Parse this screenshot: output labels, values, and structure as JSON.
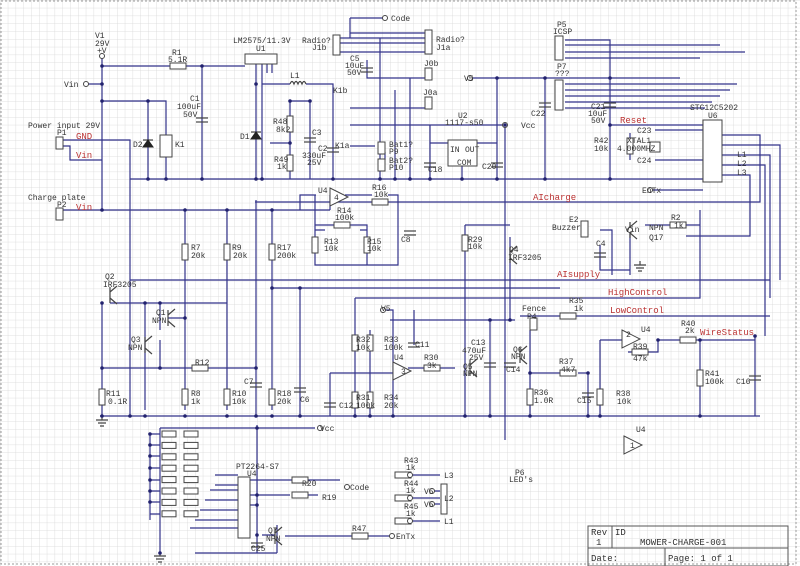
{
  "sheet": {
    "wire_color": "#33338a",
    "net_label_color": "#bb3333",
    "grid_color": "#d8d8d8"
  },
  "power": {
    "v1_ref": "V1",
    "v1_val": "29V",
    "v1_sym": "+V",
    "vin": "Vin",
    "vcc": "Vcc",
    "v5": "V5",
    "code": "Code",
    "entx": "EnTx"
  },
  "connectors": {
    "p1_title": "Power input 29V",
    "p1": "P1",
    "p2_title": "Charge plate",
    "p2": "P2",
    "radio_b": "Radio?",
    "j1b": "J1b",
    "radio_a": "Radio?",
    "j1a": "J1a",
    "j0b": "J0b",
    "j0a": "J0a",
    "bat1": "Bat1?",
    "p9": "P9",
    "bat2": "Bat2?",
    "p10": "P10",
    "p5": "P5",
    "icsp": "ICSP",
    "p7": "P7",
    "p7_val": "???",
    "e2": "E2",
    "buzzer": "Buzzer",
    "fence": "Fence",
    "p4": "P4",
    "p6": "P6",
    "leds": "LED's"
  },
  "nets": {
    "gnd": "GND",
    "vin1": "Vin",
    "vin2": "Vin",
    "aicharge": "AIcharge",
    "aisupply": "AIsupply",
    "highcontrol": "HighControl",
    "lowcontrol": "LowControl",
    "wirestatus": "WireStatus",
    "reset": "Reset"
  },
  "ics": {
    "u1_type": "LM2575/11.3V",
    "u1": "U1",
    "u2": "U2",
    "u2_type": "1117-s50",
    "u2_in": "IN",
    "u2_out": "OUT",
    "u2_com": "COM",
    "u6_type": "STC12C5202",
    "u6": "U6",
    "u4_type": "PT2264-S7",
    "u4": "U4",
    "opamp": "U4",
    "op_a": "4",
    "op_b": "3",
    "op_c": "2",
    "op_d": "1",
    "l1": "L1",
    "l2": "L2",
    "l3": "L3"
  },
  "parts": {
    "r1": "R1",
    "r1v": "5.1R",
    "r2": "R2",
    "r2v": "1k",
    "r7": "R7",
    "r7v": "20k",
    "r8": "R8",
    "r8v": "1k",
    "r9": "R9",
    "r9v": "20k",
    "r10": "R10",
    "r10v": "10k",
    "r11": "R11",
    "r11v": "0.1R",
    "r12": "R12",
    "r13": "R13",
    "r13v": "10k",
    "r14": "R14",
    "r14v": "100k",
    "r15": "R15",
    "r15v": "10k",
    "r16": "R16",
    "r16v": "10k",
    "r17": "R17",
    "r17v": "200k",
    "r18": "R18",
    "r18v": "20k",
    "r19": "R19",
    "r20": "R20",
    "r29": "R29",
    "r29v": "10k",
    "r30": "R30",
    "r30v": "3k",
    "r31": "R31",
    "r31v": "100k",
    "r32": "R32",
    "r32v": "10k",
    "r33": "R33",
    "r33v": "100k",
    "r34": "R34",
    "r34v": "20k",
    "r35": "R35",
    "r35v": "1k",
    "r36": "R36",
    "r36v": "1.0R",
    "r37": "R37",
    "r37v": "4k7",
    "r38": "R38",
    "r38v": "10k",
    "r39": "R39",
    "r39v": "47k",
    "r40": "R40",
    "r40v": "2k",
    "r41": "R41",
    "r41v": "100k",
    "r42": "R42",
    "r42v": "10k",
    "r43": "R43",
    "r43v": "1k",
    "r44": "R44",
    "r44v": "1k",
    "r45": "R45",
    "r45v": "1k",
    "r47": "R47",
    "r48": "R48",
    "r48v": "8k2",
    "r49": "R49",
    "r49v": "1k",
    "c1": "C1",
    "c1v": "100uF",
    "c1w": "50V",
    "c2": "C2",
    "c2v": "330uF",
    "c2w": "25V",
    "c3": "C3",
    "c4": "C4",
    "c5": "C5",
    "c5v": "10uF",
    "c5w": "50V",
    "c6": "C6",
    "c7": "C7",
    "c8": "C8",
    "c11": "C11",
    "c12": "C12",
    "c13": "C13",
    "c13v": "470uF",
    "c13w": "25V",
    "c14": "C14",
    "c15": "C15",
    "c16": "C16",
    "c18": "C18",
    "c20": "C20",
    "c21": "C21",
    "c21v": "10uF",
    "c21w": "50V",
    "c22": "C22",
    "c23": "C23",
    "c24": "C24",
    "c25": "C25",
    "d1": "D1",
    "d2": "D2",
    "k1": "K1",
    "k1a": "K1a",
    "k1b": "K1b",
    "l1": "L1",
    "xtal": "XTAL1",
    "xtalv": "4.000MHZ",
    "q1": "Q1",
    "q1t": "NPN",
    "q2": "Q2",
    "q2t": "IRF3205",
    "q3": "Q3",
    "q3t": "NPN",
    "q4": "Q4",
    "q4t": "IRF3205",
    "q5": "Q5",
    "q5t": "NPN",
    "q6": "Q6",
    "q6t": "NPN",
    "q7": "Q7",
    "q7t": "NPN",
    "q17": "Q17",
    "q17t": "NPN"
  },
  "title_block": {
    "rev_label": "Rev",
    "rev": "1",
    "id_label": "ID",
    "id": "MOWER-CHARGE-001",
    "date_label": "Date:",
    "page": "Page: 1 of 1"
  }
}
